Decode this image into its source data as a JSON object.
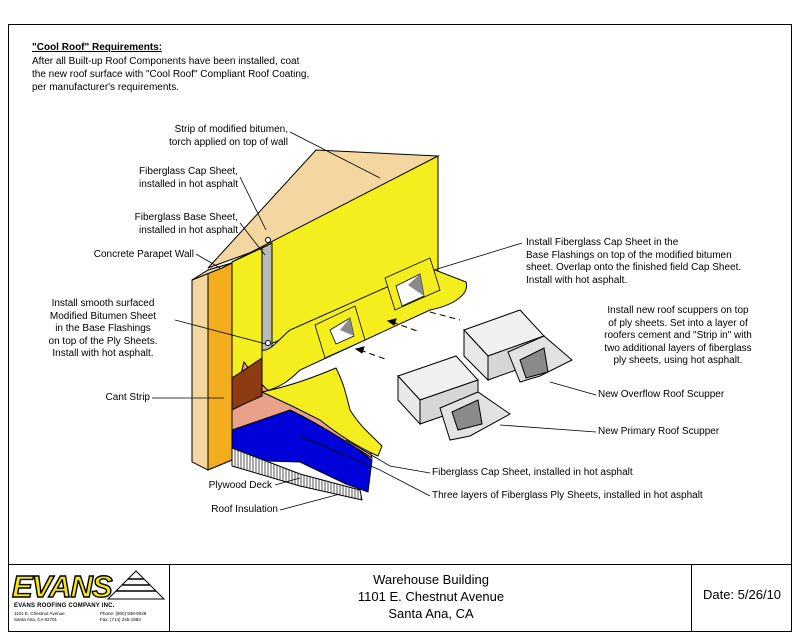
{
  "requirements": {
    "title": "\"Cool Roof\" Requirements:",
    "lines": [
      "After all Built-up Roof Components have been installed, coat",
      "the new roof surface with \"Cool Roof\" Compliant Roof Coating,",
      "per manufacturer's requirements."
    ]
  },
  "labels": {
    "strip": [
      "Strip of modified bitumen,",
      "torch applied on top of wall"
    ],
    "cap_sheet": [
      "Fiberglass Cap Sheet,",
      "installed in hot asphalt"
    ],
    "base_sheet": [
      "Fiberglass Base Sheet,",
      "installed in hot asphalt"
    ],
    "parapet": [
      "Concrete Parapet Wall"
    ],
    "smooth": [
      "Install smooth surfaced",
      "Modified Bitumen Sheet",
      "in the Base Flashings",
      "on top of the Ply Sheets.",
      "Install with hot asphalt."
    ],
    "cant": [
      "Cant Strip"
    ],
    "plywood": [
      "Plywood Deck"
    ],
    "insulation": [
      "Roof Insulation"
    ],
    "install_cap": [
      "Install Fiberglass Cap Sheet in the",
      "Base Flashings on top of the modified bitumen",
      "sheet.  Overlap onto the finished field Cap Sheet.",
      "Install with hot asphalt."
    ],
    "scuppers": [
      "Install new roof scuppers on top",
      "of ply sheets.  Set into a layer of",
      "roofers cement and \"Strip in\" with",
      "two additional layers of fiberglass",
      "ply sheets, using hot  asphalt."
    ],
    "overflow": [
      "New Overflow Roof Scupper"
    ],
    "primary": [
      "New Primary Roof Scupper"
    ],
    "field_cap": [
      "Fiberglass Cap Sheet, installed in hot asphalt"
    ],
    "ply_sheets": [
      "Three layers of Fiberglass Ply Sheets, installed in hot asphalt"
    ]
  },
  "title_block": {
    "logo_word": "EVANS",
    "company": "EVANS ROOFING COMPANY INC.",
    "address": [
      "1101 E. Chestnut Avenue",
      "Santa Ana, CA  92701"
    ],
    "phones": [
      "Phone: (800) 948-0028",
      "Fax: (714) 245-1983"
    ],
    "project_lines": [
      "Warehouse Building",
      "1101 E. Chestnut Avenue",
      "Santa Ana, CA"
    ],
    "date": "Date: 5/26/10"
  },
  "colors": {
    "yellow": "#f5ee1e",
    "wall_orange": "#f2ad1f",
    "wall_tan": "#f4d7a0",
    "membrane_pink": "#e9a289",
    "cant_brown": "#8d3c12",
    "insulation_blue": "#0000d8",
    "scupper_gray": "#e2e2e2",
    "logo_yellow": "#f4e60c"
  }
}
